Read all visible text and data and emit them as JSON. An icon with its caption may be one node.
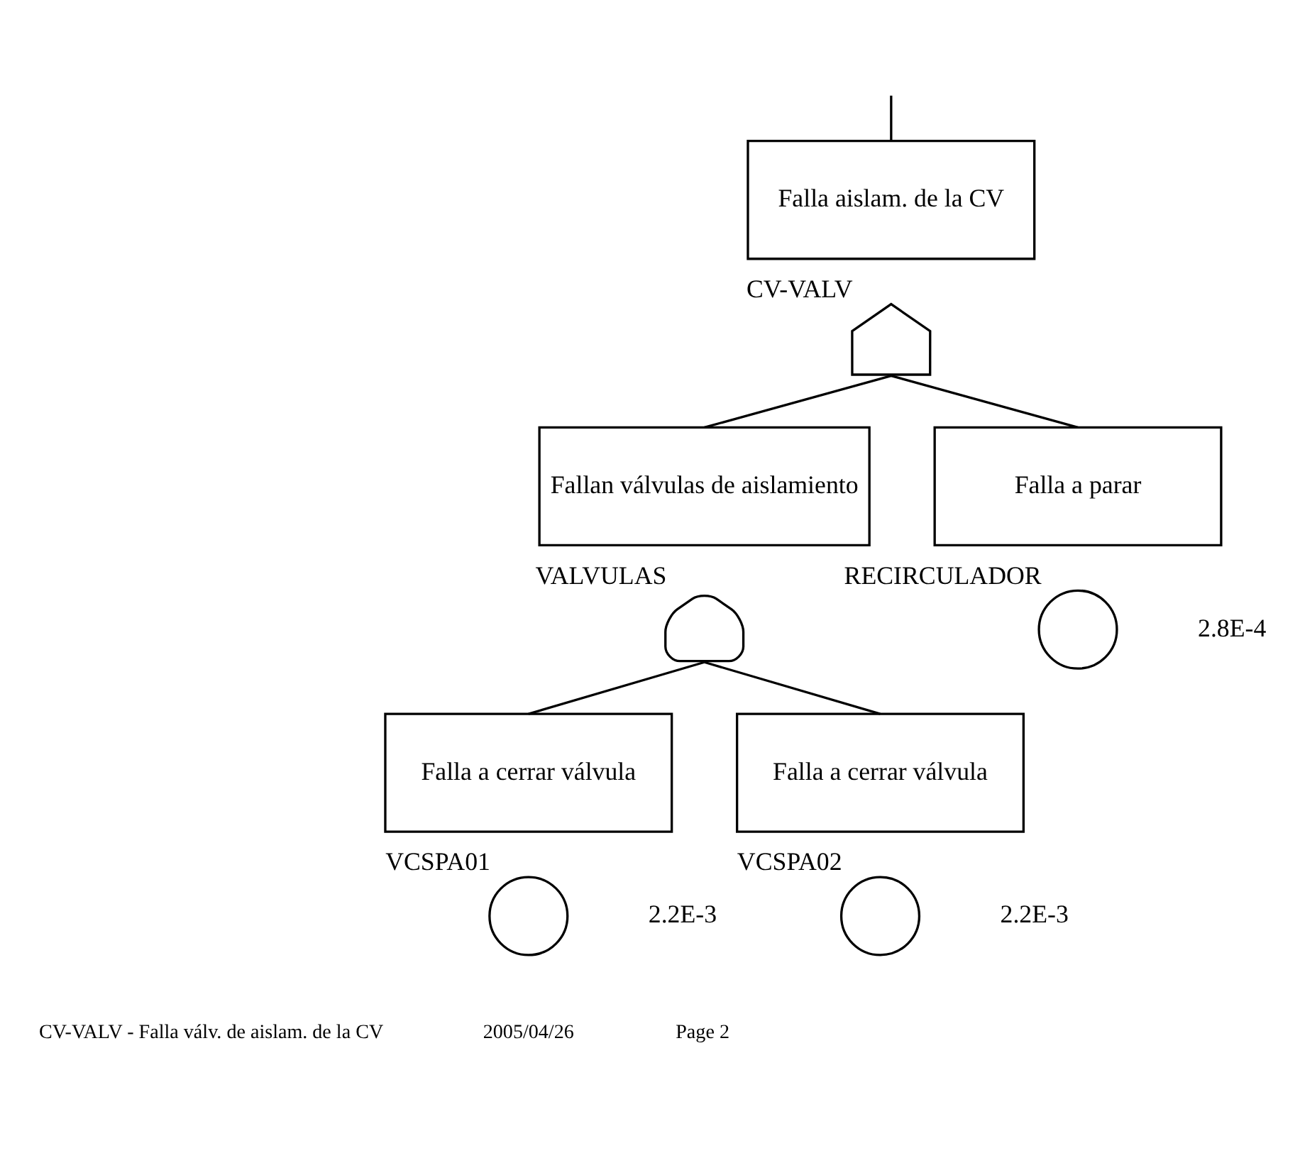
{
  "diagram": {
    "nodes": [
      {
        "text": [
          "Falla aislam. de la CV"
        ]
      },
      {
        "text": [
          "CV-VALV"
        ]
      },
      {
        "text": [
          "Fallan válvulas de aislamiento"
        ]
      },
      {
        "text": [
          "VALVULAS"
        ]
      },
      {
        "text": [
          "Falla a cerrar válvula"
        ]
      },
      {
        "text": [
          "Falla a cerrar válvula"
        ]
      },
      {
        "text": [
          "Falla a parar"
        ]
      },
      {
        "text": [
          "VCSPA01"
        ],
        "beside": [
          "2.2E-3"
        ]
      },
      {
        "text": [
          "VCSPA02"
        ],
        "beside": [
          "2.2E-3"
        ]
      },
      {
        "text": [
          "RECIRCULADOR"
        ],
        "beside": [
          "2.8E-4"
        ]
      }
    ],
    "edges": [
      {
        "from": null,
        "to": 0,
        "arrow": "none"
      },
      {
        "from": 1,
        "to": 2,
        "arrow": "none"
      },
      {
        "from": 1,
        "to": 6,
        "arrow": "none"
      },
      {
        "from": 3,
        "to": 4,
        "arrow": "none"
      },
      {
        "from": 3,
        "to": 5,
        "arrow": "none"
      }
    ],
    "labels": [
      "CV-VALV - Falla válv. de aislam. de la CV",
      "2005/04/26",
      "Page 2"
    ]
  }
}
